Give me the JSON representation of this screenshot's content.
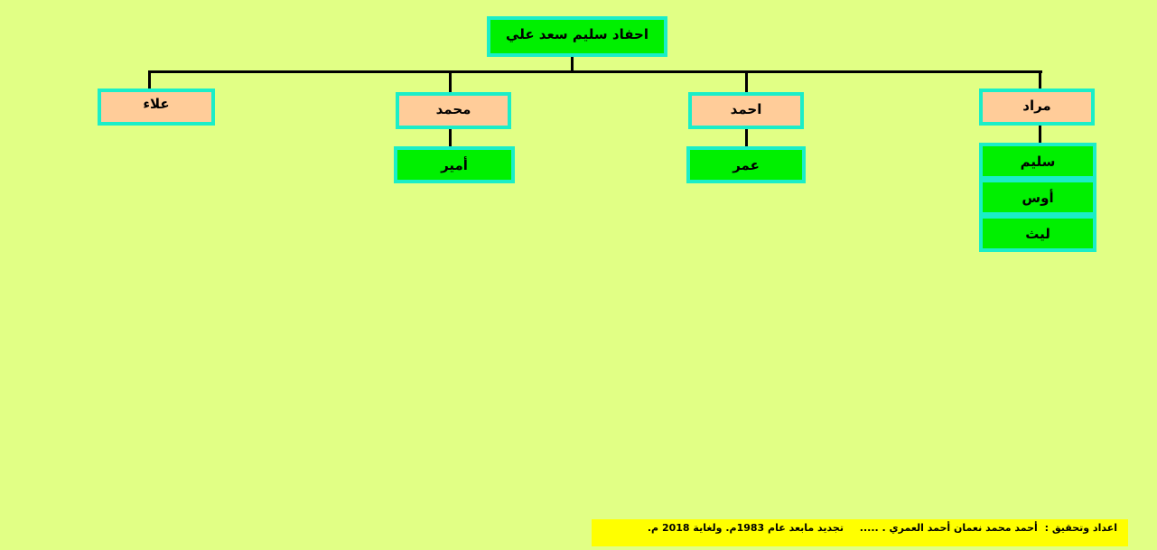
{
  "tree": {
    "root": "احفاد سليم سعد علي",
    "children": [
      {
        "name": "مراد",
        "children": [
          "سليم",
          "أوس",
          "ليث"
        ]
      },
      {
        "name": "احمد",
        "children": [
          "عمر"
        ]
      },
      {
        "name": "محمد",
        "children": [
          "أمير"
        ]
      },
      {
        "name": "علاء",
        "children": []
      }
    ]
  },
  "footer": {
    "label": "اعداد وتحقيق :",
    "author": "أحمد محمد نعمان أحمد العمري . .....",
    "renewal": "تجديد مابعد عام 1983م.  ولغاية 2018 م."
  },
  "colors": {
    "background": "#e1ff85",
    "box_border": "#1aeec8",
    "green_box": "#00f000",
    "peach_box": "#ffcc99",
    "footer_bg": "#ffff00"
  }
}
